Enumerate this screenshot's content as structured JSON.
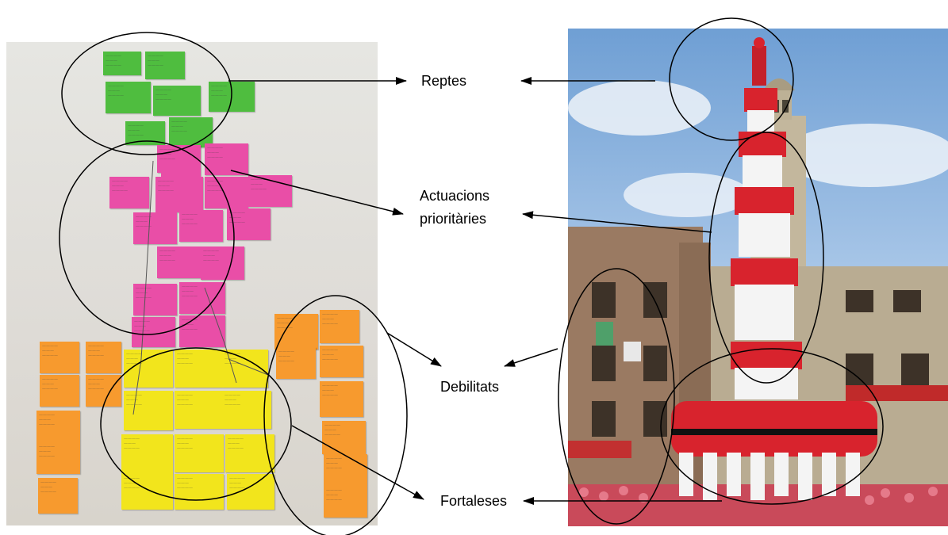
{
  "labels": {
    "reptes": "Reptes",
    "actuacions": "Actuacions",
    "prioritaries": "prioritàries",
    "debilitats": "Debilitats",
    "fortaleses": "Fortaleses"
  },
  "colors": {
    "green_note": "#4fbd3f",
    "pink_note": "#e94ea7",
    "orange_note": "#f79a2e",
    "yellow_note": "#f2e51c",
    "shirt_red": "#d8232d",
    "sky": "#9ec2e6"
  },
  "left_photo": {
    "content": "sticky-note-board"
  },
  "right_photo": {
    "content": "human-tower"
  }
}
